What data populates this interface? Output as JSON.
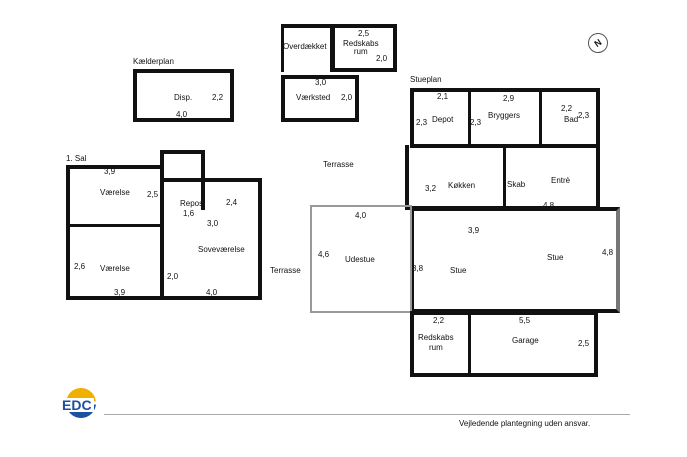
{
  "sections": {
    "basement": "Kælderplan",
    "first_floor": "1. Sal",
    "ground_floor": "Stueplan"
  },
  "basement": {
    "room": "Disp.",
    "dim_h": "2,2",
    "dim_w": "4,0"
  },
  "outbuilding": {
    "covered": "Overdækket",
    "shed_label": "Redskabs\nrum",
    "shed_dim_w": "2,5",
    "shed_dim_h": "2,0",
    "workshop": "Værksted",
    "workshop_dim_w": "3,0",
    "workshop_dim_h": "2,0"
  },
  "first": {
    "room1": "Værelse",
    "room1_w": "3,9",
    "room1_h": "2,5",
    "room2": "Værelse",
    "room2_w": "3,9",
    "room2_h": "2,6",
    "landing": "Repos",
    "landing_dim": "1,6",
    "bedroom": "Soveværelse",
    "bed_w1": "2,4",
    "bed_h1": "3,0",
    "bed_h2": "2,0",
    "bed_w2": "4,0"
  },
  "ground": {
    "depot": "Depot",
    "depot_w": "2,1",
    "depot_h": "2,3",
    "utility": "Bryggers",
    "utility_w": "2,9",
    "utility_h": "2,3",
    "bath": "Bad",
    "bath_w": "2,2",
    "bath_h": "2,3",
    "kitchen": "Køkken",
    "kitchen_h": "3,2",
    "kitchen_w": "3,9",
    "closet": "Skab",
    "entry": "Entrè",
    "entry_w": "4,8",
    "living1": "Stue",
    "living1_h": "3,8",
    "living2": "Stue",
    "living2_h": "4,8",
    "sunroom": "Udestue",
    "sunroom_w": "4,0",
    "sunroom_h": "4,6",
    "terrace1": "Terrasse",
    "terrace2": "Terrasse",
    "shed": "Redskabs",
    "shed2": "rum",
    "shed_w": "2,2",
    "garage": "Garage",
    "garage_w": "5,5",
    "garage_h": "2,5"
  },
  "footer": {
    "logo": "EDC",
    "disclaimer": "Vejledende plantegning uden ansvar."
  },
  "compass": "N"
}
